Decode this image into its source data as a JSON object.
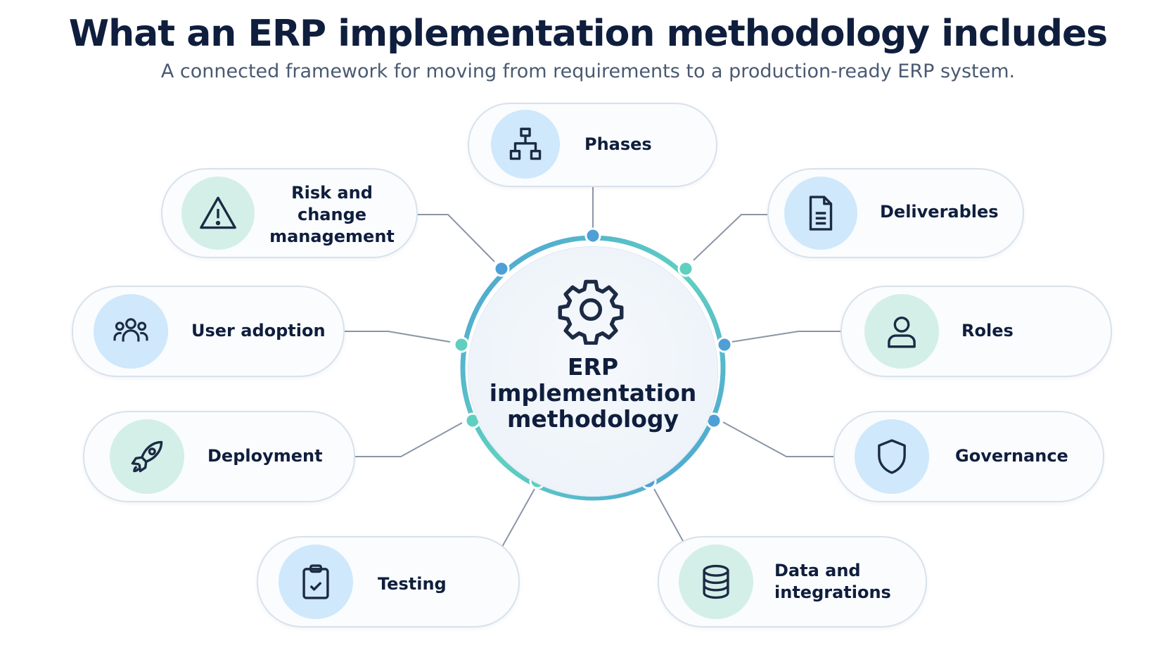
{
  "header": {
    "title": "What an ERP implementation methodology includes",
    "subtitle": "A connected framework for moving from requirements to a production-ready ERP system."
  },
  "center": {
    "line1": "ERP",
    "line2": "implementation",
    "line3": "methodology",
    "icon": "gear-icon"
  },
  "nodes": [
    {
      "id": "phases",
      "label_1": "Phases",
      "label_2": "",
      "icon": "hierarchy-icon",
      "tint": "#cfe8fb"
    },
    {
      "id": "deliverables",
      "label_1": "Deliverables",
      "label_2": "",
      "icon": "document-icon",
      "tint": "#cfe8fb"
    },
    {
      "id": "roles",
      "label_1": "Roles",
      "label_2": "",
      "icon": "user-icon",
      "tint": "#d3efe8"
    },
    {
      "id": "governance",
      "label_1": "Governance",
      "label_2": "",
      "icon": "shield-icon",
      "tint": "#cfe8fb"
    },
    {
      "id": "data-integrations",
      "label_1": "Data and",
      "label_2": "integrations",
      "icon": "database-icon",
      "tint": "#d3efe8"
    },
    {
      "id": "testing",
      "label_1": "Testing",
      "label_2": "",
      "icon": "clipboard-check-icon",
      "tint": "#cfe8fb"
    },
    {
      "id": "deployment",
      "label_1": "Deployment",
      "label_2": "",
      "icon": "rocket-icon",
      "tint": "#d3efe8"
    },
    {
      "id": "user-adoption",
      "label_1": "User adoption",
      "label_2": "",
      "icon": "users-icon",
      "tint": "#cfe8fb"
    },
    {
      "id": "risk-change",
      "label_1": "Risk and change",
      "label_2": "management",
      "icon": "warning-icon",
      "tint": "#d3efe8"
    }
  ],
  "colors": {
    "ring_blue": "#4d9fd6",
    "ring_teal": "#5fd0c0",
    "connector": "#8a96a6",
    "text_dark": "#0f1e3d",
    "icon_stroke": "#1c2a44"
  }
}
